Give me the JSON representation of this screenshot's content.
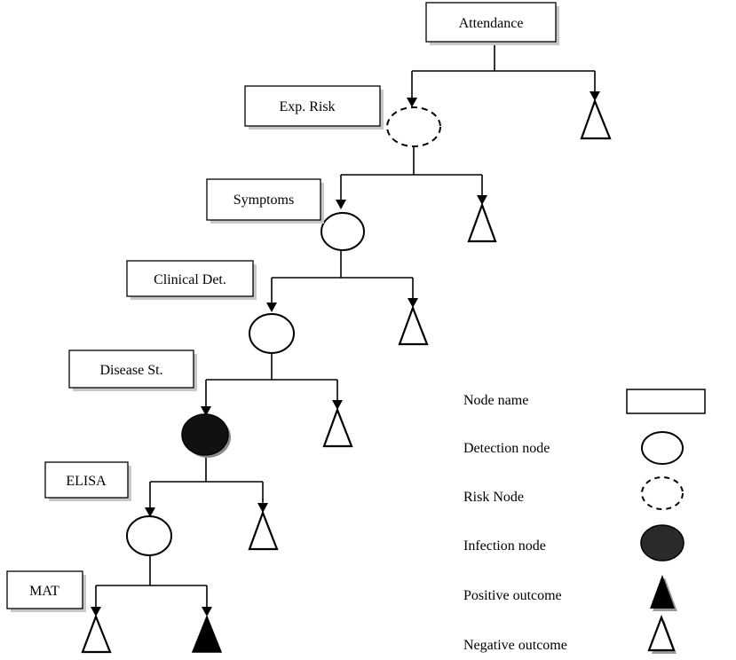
{
  "diagram": {
    "stages": [
      {
        "label": "Attendance"
      },
      {
        "label": "Exp. Risk"
      },
      {
        "label": "Symptoms"
      },
      {
        "label": "Clinical Det."
      },
      {
        "label": "Disease St."
      },
      {
        "label": "ELISA"
      },
      {
        "label": "MAT"
      }
    ]
  },
  "legend": {
    "items": [
      {
        "label": "Node name",
        "symbol": "rectangle"
      },
      {
        "label": "Detection node",
        "symbol": "open-ellipse"
      },
      {
        "label": "Risk Node",
        "symbol": "dashed-ellipse"
      },
      {
        "label": "Infection node",
        "symbol": "filled-ellipse"
      },
      {
        "label": "Positive outcome",
        "symbol": "filled-triangle"
      },
      {
        "label": "Negative outcome",
        "symbol": "open-triangle"
      }
    ]
  },
  "colors": {
    "stroke": "#000000",
    "background": "#ffffff",
    "infection_fill": "#111111",
    "legend_infection_fill": "#2a2a2a",
    "shadow": "#c8c8c8"
  }
}
